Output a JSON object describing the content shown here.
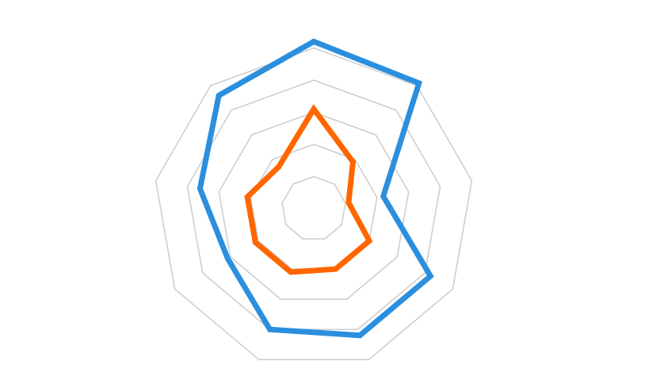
{
  "chart_data": {
    "type": "radar",
    "axes_count": 9,
    "rlim": [
      0,
      5
    ],
    "rings": [
      1,
      2,
      3,
      4,
      5
    ],
    "tick_labels": [
      "",
      "",
      "",
      "",
      ""
    ],
    "grid": true,
    "series": [
      {
        "color": "#2b8fde",
        "values": [
          5.2,
          5.1,
          2.2,
          4.2,
          4.2,
          4.0,
          3.1,
          3.6,
          4.6
        ]
      },
      {
        "color": "#ff6600",
        "values": [
          3.1,
          1.9,
          1.1,
          2.0,
          2.0,
          2.1,
          2.1,
          2.1,
          1.7
        ]
      }
    ]
  }
}
